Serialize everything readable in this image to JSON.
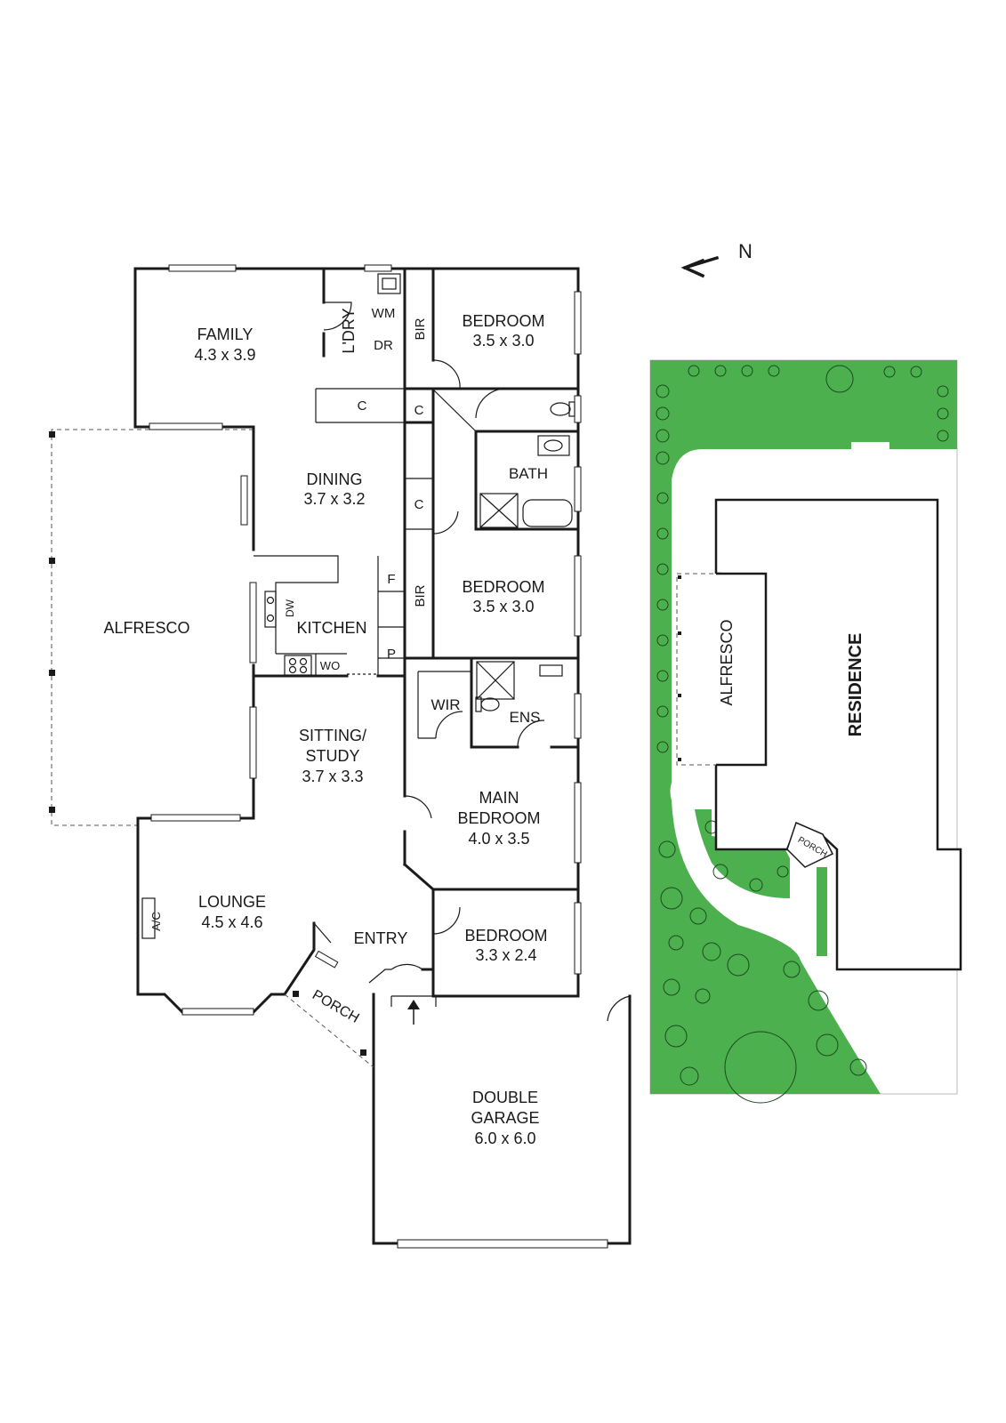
{
  "colors": {
    "landscape": "#4cb04f",
    "wall": "#1a1a1a"
  },
  "compass": {
    "label": "N",
    "icon": "north-arrow-icon"
  },
  "rooms": {
    "family": {
      "name": "FAMILY",
      "size": "4.3 x 3.9"
    },
    "laundry": {
      "name": "L'DRY"
    },
    "wm": "WM",
    "dr": "DR",
    "bir1": "BIR",
    "bedroom1": {
      "name": "BEDROOM",
      "size": "3.5 x 3.0"
    },
    "c1": "C",
    "c2": "C",
    "c3": "C",
    "bath": "BATH",
    "dining": {
      "name": "DINING",
      "size": "3.7 x 3.2"
    },
    "alfresco": "ALFRESCO",
    "kitchen": "KITCHEN",
    "dw": "DW",
    "f": "F",
    "p": "P",
    "wo": "WO",
    "bir2": "BIR",
    "bedroom2": {
      "name": "BEDROOM",
      "size": "3.5 x 3.0"
    },
    "wir": "WIR",
    "ens": "ENS",
    "sitting": {
      "name1": "SITTING/",
      "name2": "STUDY",
      "size": "3.7 x 3.3"
    },
    "main_bedroom": {
      "name1": "MAIN",
      "name2": "BEDROOM",
      "size": "4.0 x 3.5"
    },
    "lounge": {
      "name": "LOUNGE",
      "size": "4.5 x 4.6"
    },
    "ac": "A/C",
    "entry": "ENTRY",
    "porch": "PORCH",
    "bedroom3": {
      "name": "BEDROOM",
      "size": "3.3 x 2.4"
    },
    "garage": {
      "name1": "DOUBLE",
      "name2": "GARAGE",
      "size": "6.0 x 6.0"
    }
  },
  "site": {
    "alfresco": "ALFRESCO",
    "residence": "RESIDENCE",
    "porch": "PORCH"
  }
}
